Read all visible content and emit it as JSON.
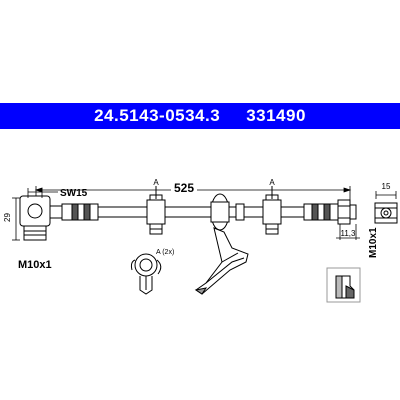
{
  "header": {
    "part_number": "24.5143-0534.3",
    "ref_number": "331490"
  },
  "drawing": {
    "length_label": "525",
    "wrench_label": "SW15",
    "height_label": "29",
    "thread_left": "M10x1",
    "thread_right": "M10x1",
    "width_right": "15",
    "offset_right": "11,3",
    "section_marker_1": "A",
    "section_marker_2": "A",
    "detail_label": "A (2x)"
  },
  "colors": {
    "banner": "#0000ff",
    "banner_text": "#ffffff",
    "line": "#000000"
  }
}
